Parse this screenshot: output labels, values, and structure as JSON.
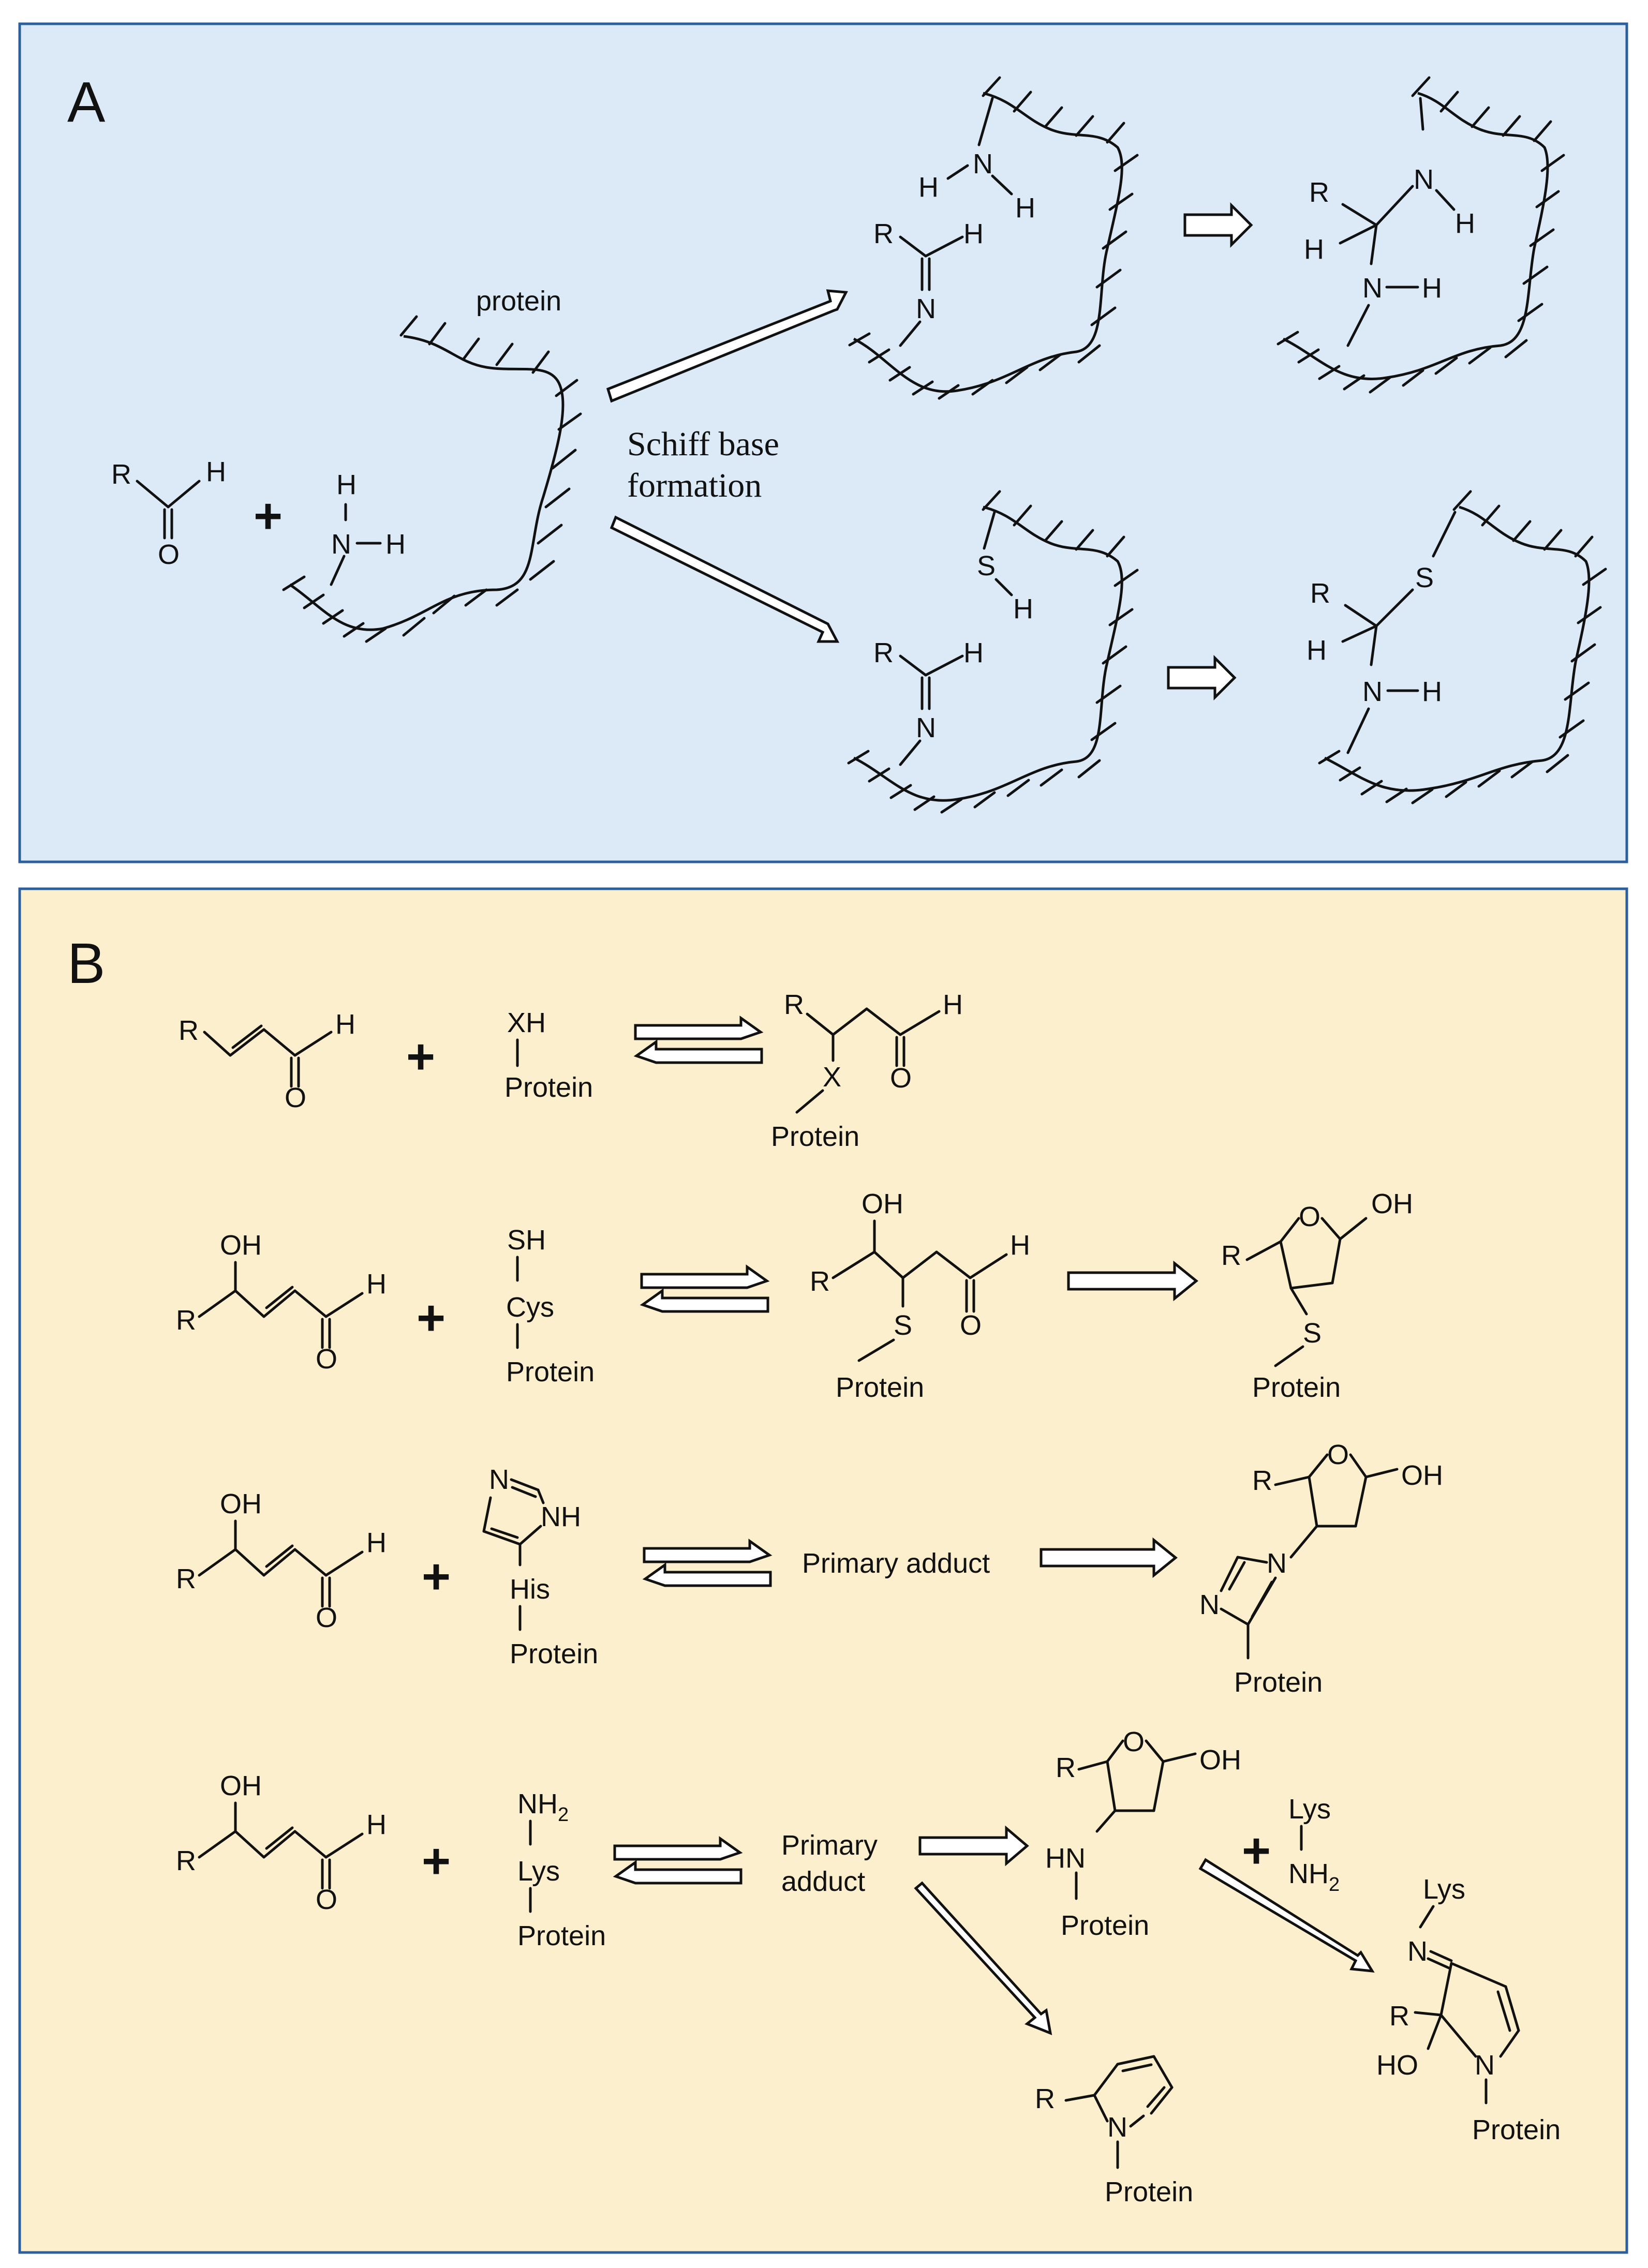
{
  "panels": {
    "a": {
      "label": "A",
      "background": "#dbeaf6",
      "border": "#2b5f9e"
    },
    "b": {
      "label": "B",
      "background": "#fcefcd",
      "border": "#2b5f9e"
    }
  },
  "panel_a": {
    "protein_label": "protein",
    "schiff_line1": "Schiff base",
    "schiff_line2": "formation",
    "plus": "+"
  },
  "atoms": {
    "R": "R",
    "H": "H",
    "O": "O",
    "N": "N",
    "S": "S",
    "X": "X",
    "OH": "OH",
    "HO": "HO",
    "HN": "HN",
    "XH": "XH",
    "SH": "SH",
    "NH": "NH",
    "NH2_main": "NH",
    "sub2": "2"
  },
  "panel_b": {
    "protein": "Protein",
    "cys": "Cys",
    "his": "His",
    "lys": "Lys",
    "primary_adduct_inline": "Primary adduct",
    "primary_line1": "Primary",
    "primary_line2": "adduct",
    "plus": "+"
  }
}
